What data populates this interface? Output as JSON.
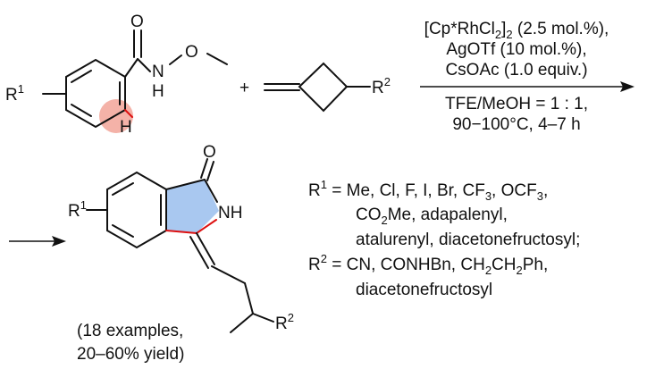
{
  "scheme": {
    "reactant1": {
      "sub_R": "R",
      "sub_R_sup": "1",
      "atom_O": "O",
      "atom_N": "N",
      "atom_H_NH": "H",
      "atom_O_methoxy": "O",
      "atom_H_ortho": "H",
      "highlight_color": "#f4b2a8"
    },
    "plus": "+",
    "reactant2": {
      "sub_R": "R",
      "sub_R_sup": "2"
    },
    "conditions": {
      "line1_a": "[Cp*RhCl",
      "line1_sub1": "2",
      "line1_b": "]",
      "line1_sub2": "2",
      "line1_c": " (2.5 mol.%),",
      "line2": "AgOTf (10 mol.%),",
      "line3": "CsOAc (1.0 equiv.)",
      "line4": "TFE/MeOH = 1 : 1,",
      "line5": "90−100°C, 4–7 h"
    },
    "product": {
      "sub_R": "R",
      "sub_R_sup": "1",
      "atom_O": "O",
      "atom_NH": "NH",
      "sub_R2": "R",
      "sub_R2_sup": "2",
      "ring_color": "#a9c8f0",
      "bond_color": "#dd1111",
      "yield_line1": "(18 examples,",
      "yield_line2": "20–60% yield)"
    },
    "substituents": {
      "r1_label": "R",
      "r1_sup": "1",
      "r1_line1_a": " = Me, Cl, F, I, Br, CF",
      "r1_line1_sub1": "3",
      "r1_line1_b": ", OCF",
      "r1_line1_sub2": "3",
      "r1_line1_c": ",",
      "r1_line2_a": "CO",
      "r1_line2_sub": "2",
      "r1_line2_b": "Me, adapalenyl,",
      "r1_line3": "atalurenyl, diacetonefructosyl;",
      "r2_label": "R",
      "r2_sup": "2",
      "r2_line1_a": " = CN, CONHBn, CH",
      "r2_line1_sub1": "2",
      "r2_line1_b": "CH",
      "r2_line1_sub2": "2",
      "r2_line1_c": "Ph,",
      "r2_line2": "diacetonefructosyl"
    }
  }
}
